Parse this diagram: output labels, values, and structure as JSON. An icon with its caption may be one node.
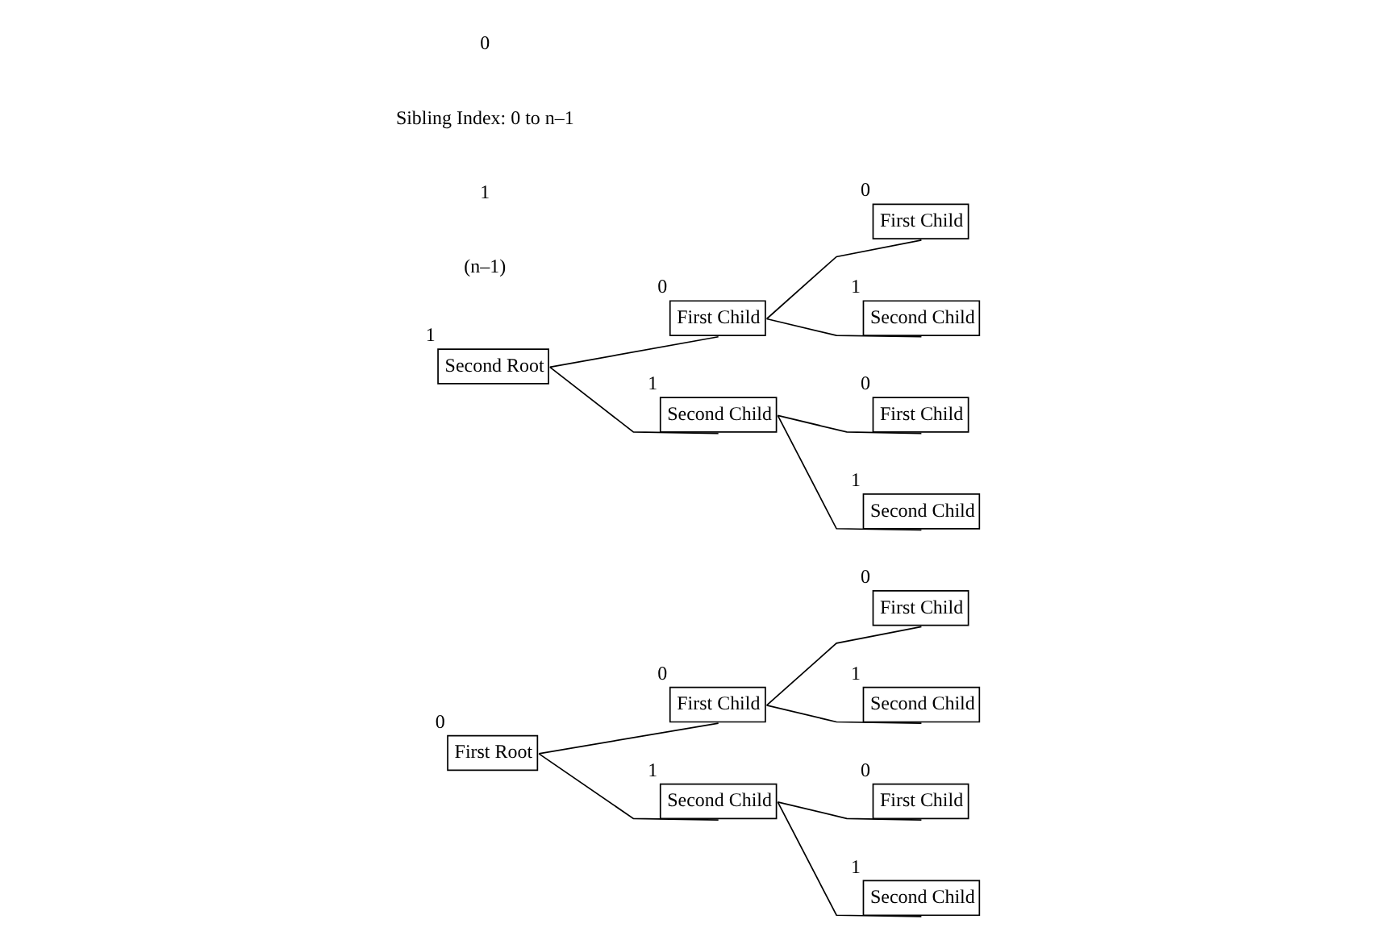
{
  "diagram": {
    "nodes": [
      {
        "text": [
          "First Root"
        ],
        "beside": [
          "0"
        ]
      },
      {
        "text": [
          "First Child"
        ],
        "beside": [
          "0"
        ]
      },
      {
        "text": [
          "First Child"
        ],
        "beside": [
          "0"
        ]
      },
      {
        "text": [
          "Second Child"
        ],
        "beside": [
          "1"
        ]
      },
      {
        "text": [
          "Second Child"
        ],
        "beside": [
          "1"
        ]
      },
      {
        "text": [
          "First Child"
        ],
        "beside": [
          "0"
        ]
      },
      {
        "text": [
          "Second Child"
        ],
        "beside": [
          "1"
        ]
      },
      {
        "text": [
          "Second Root"
        ],
        "beside": [
          "1"
        ]
      },
      {
        "text": [
          "First Child"
        ],
        "beside": [
          "0"
        ]
      },
      {
        "text": [
          "First Child"
        ],
        "beside": [
          "0"
        ]
      },
      {
        "text": [
          "Second Child"
        ],
        "beside": [
          "1"
        ]
      },
      {
        "text": [
          "Second Child"
        ],
        "beside": [
          "1"
        ]
      },
      {
        "text": [
          "First Child"
        ],
        "beside": [
          "0"
        ]
      },
      {
        "text": [
          "Second Child"
        ],
        "beside": [
          "1"
        ]
      }
    ],
    "edges": [
      {
        "from": 0,
        "to": 1,
        "arrow": "none"
      },
      {
        "from": 0,
        "to": 4,
        "arrow": "none"
      },
      {
        "from": 1,
        "to": 2,
        "arrow": "none"
      },
      {
        "from": 1,
        "to": 3,
        "arrow": "none"
      },
      {
        "from": 4,
        "to": 5,
        "arrow": "none"
      },
      {
        "from": 4,
        "to": 6,
        "arrow": "none"
      },
      {
        "from": 7,
        "to": 8,
        "arrow": "none"
      },
      {
        "from": 7,
        "to": 11,
        "arrow": "none"
      },
      {
        "from": 8,
        "to": 9,
        "arrow": "none"
      },
      {
        "from": 8,
        "to": 10,
        "arrow": "none"
      },
      {
        "from": 11,
        "to": 12,
        "arrow": "none"
      },
      {
        "from": 11,
        "to": 13,
        "arrow": "none"
      }
    ],
    "labels": [
      "0",
      "Sibling Index: 0 to n–1",
      "1",
      "(n–1)"
    ]
  }
}
